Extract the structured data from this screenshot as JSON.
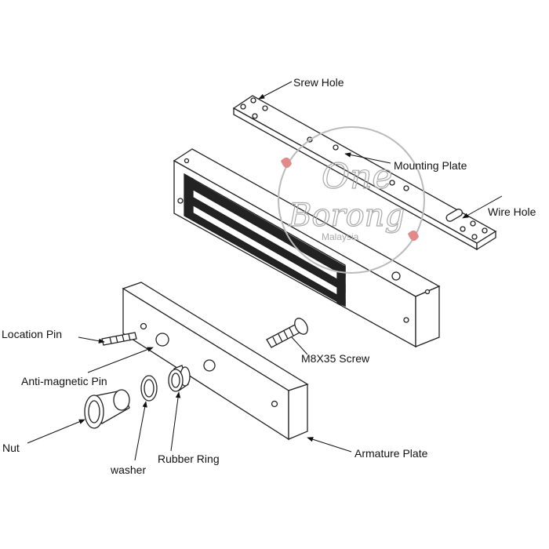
{
  "labels": {
    "screw_hole": "Srew Hole",
    "mounting_plate": "Mounting Plate",
    "wire_hole": "Wire Hole",
    "location_pin": "Location Pin",
    "anti_magnetic_pin": "Anti-magnetic Pin",
    "m8x35_screw": "M8X35 Screw",
    "nut": "Nut",
    "washer": "washer",
    "rubber_ring": "Rubber Ring",
    "armature_plate": "Armature Plate"
  },
  "watermark": {
    "line1": "One",
    "line2": "Borong",
    "line3": "Malaysia"
  }
}
